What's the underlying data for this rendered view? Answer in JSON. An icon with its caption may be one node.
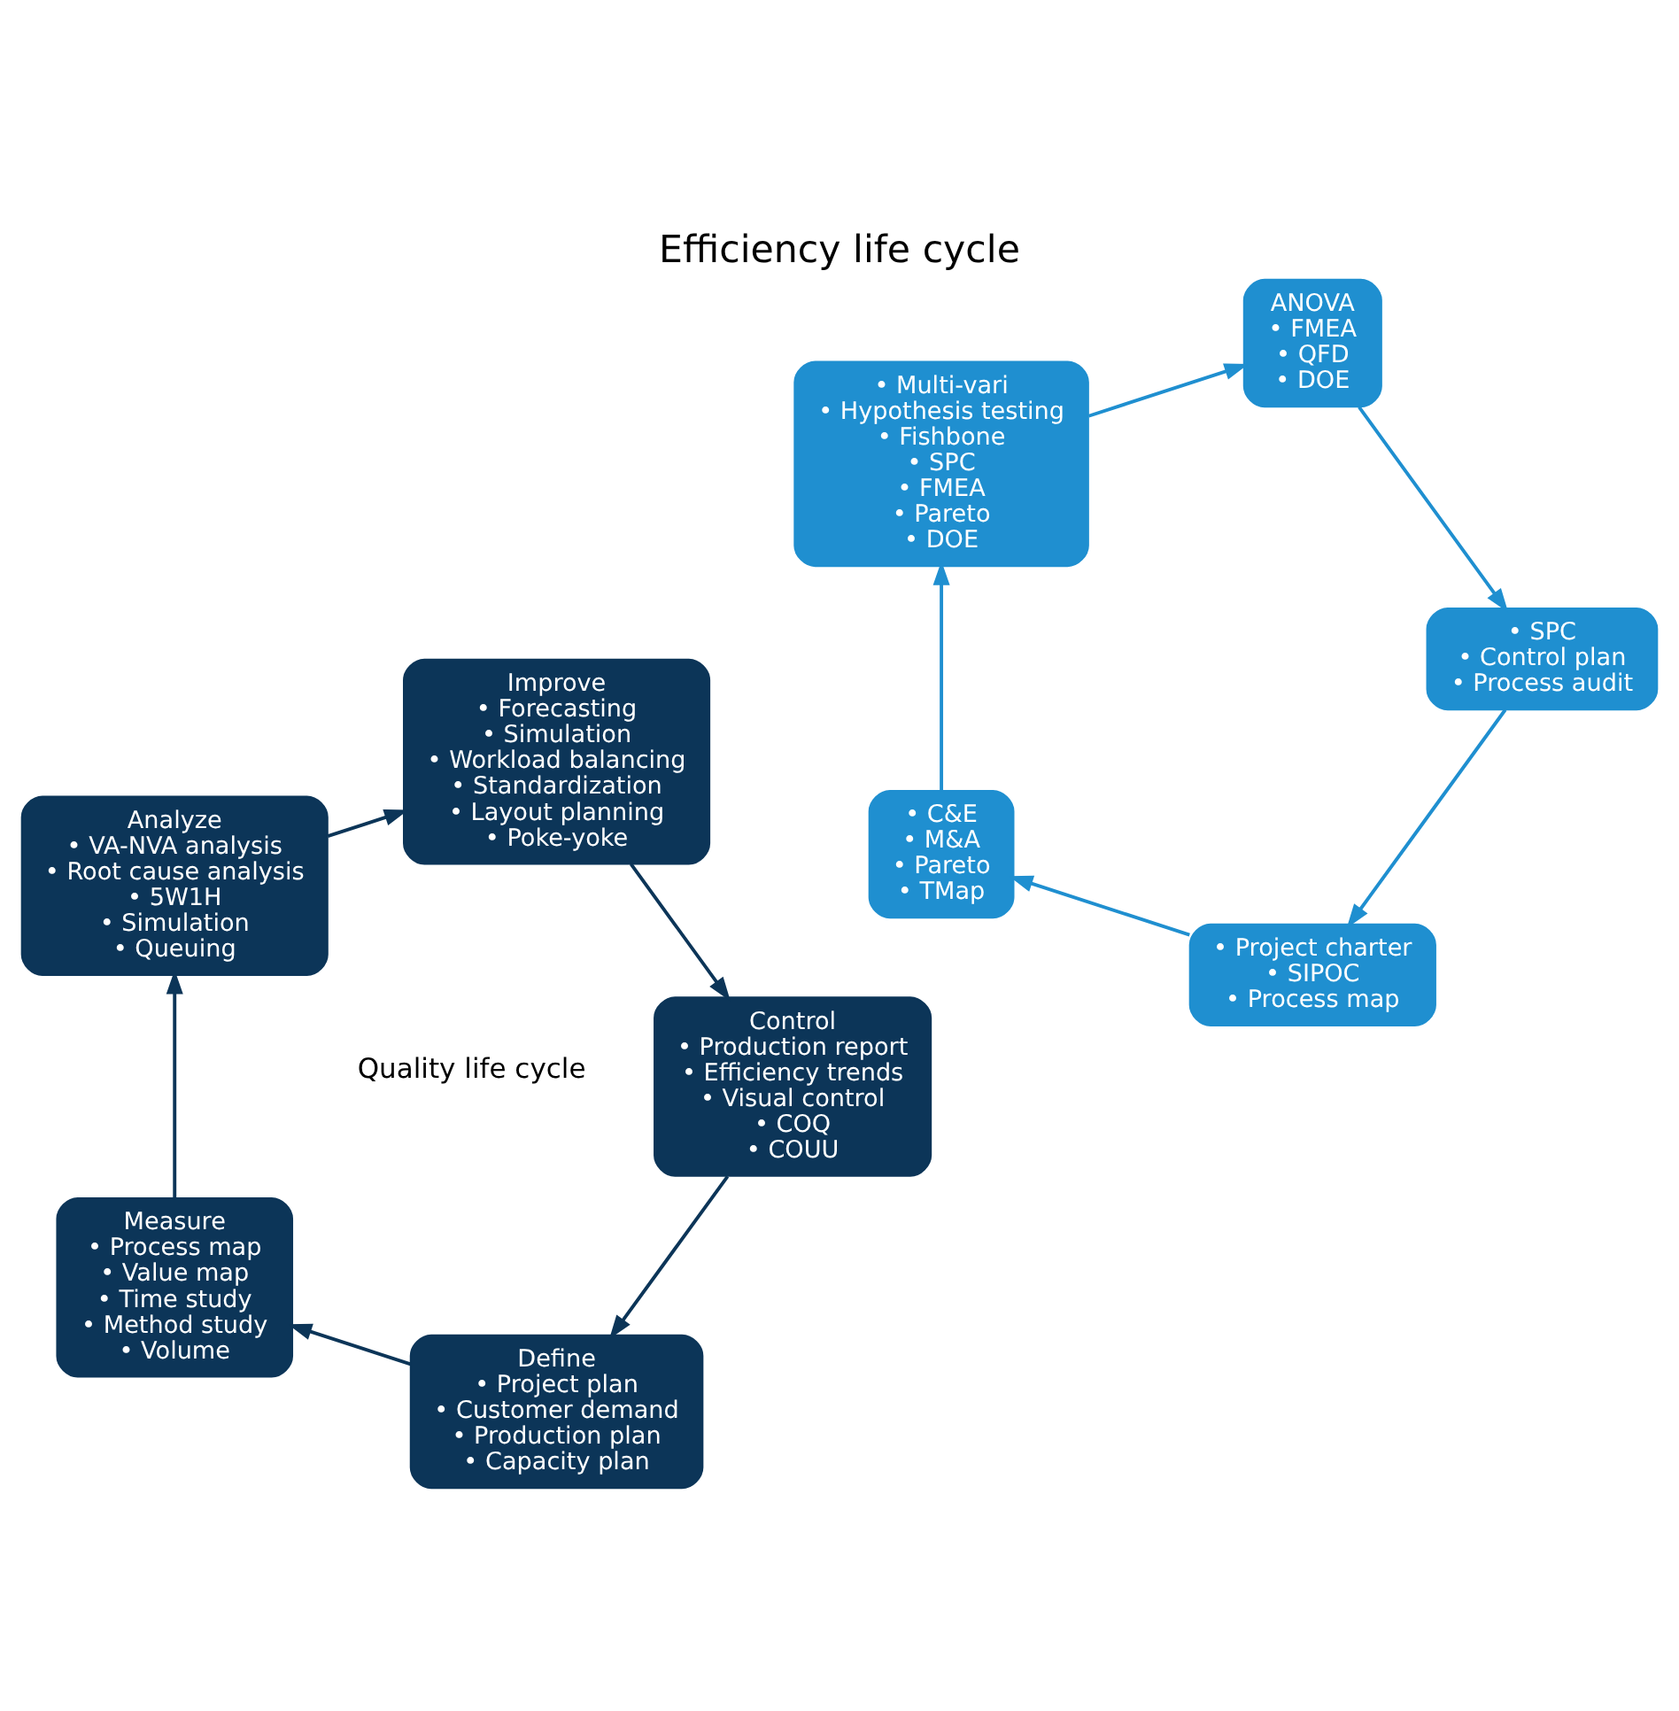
{
  "diagram": {
    "title": "Efficiency life cycle",
    "nodes": [
      {
        "text": [
          "Define",
          "• Project plan",
          "• Customer demand",
          "• Production plan",
          "• Capacity plan"
        ]
      },
      {
        "text": [
          "Measure",
          "• Process map",
          "• Value map",
          "• Time study",
          "• Method study",
          "• Volume"
        ]
      },
      {
        "text": [
          "Analyze",
          "• VA-NVA analysis",
          "• Root cause analysis",
          "• 5W1H",
          "• Simulation",
          "• Queuing"
        ]
      },
      {
        "text": [
          "Improve",
          "• Forecasting",
          "• Simulation",
          "• Workload balancing",
          "• Standardization",
          "• Layout planning",
          "• Poke-yoke"
        ]
      },
      {
        "text": [
          "Control",
          "• Production report",
          "• Efficiency trends",
          "• Visual control",
          "• COQ",
          "• COUU"
        ]
      },
      {
        "text": [
          "• Project charter",
          "• SIPOC",
          "• Process map"
        ]
      },
      {
        "text": [
          "• C&E",
          "• M&A",
          "• Pareto",
          "• TMap"
        ]
      },
      {
        "text": [
          "• Multi-vari",
          "• Hypothesis testing",
          "• Fishbone",
          "• SPC",
          "• FMEA",
          "• Pareto",
          "• DOE"
        ]
      },
      {
        "text": [
          "ANOVA",
          "• FMEA",
          "• QFD",
          "• DOE"
        ]
      },
      {
        "text": [
          "• SPC",
          "• Control plan",
          "• Process audit"
        ]
      }
    ],
    "edges": [
      {
        "from": 0,
        "to": 1,
        "arrow": "to"
      },
      {
        "from": 1,
        "to": 2,
        "arrow": "to"
      },
      {
        "from": 2,
        "to": 3,
        "arrow": "to"
      },
      {
        "from": 3,
        "to": 4,
        "arrow": "to"
      },
      {
        "from": 4,
        "to": 0,
        "arrow": "to"
      },
      {
        "from": 5,
        "to": 6,
        "arrow": "to",
        "color": "#1f8fd0"
      },
      {
        "from": 6,
        "to": 7,
        "arrow": "to",
        "color": "#1f8fd0"
      },
      {
        "from": 7,
        "to": 8,
        "arrow": "to",
        "color": "#1f8fd0"
      },
      {
        "from": 8,
        "to": 9,
        "arrow": "to",
        "color": "#1f8fd0"
      },
      {
        "from": 9,
        "to": 5,
        "arrow": "to",
        "color": "#1f8fd0"
      }
    ],
    "labels": [
      "Quality life cycle"
    ]
  }
}
